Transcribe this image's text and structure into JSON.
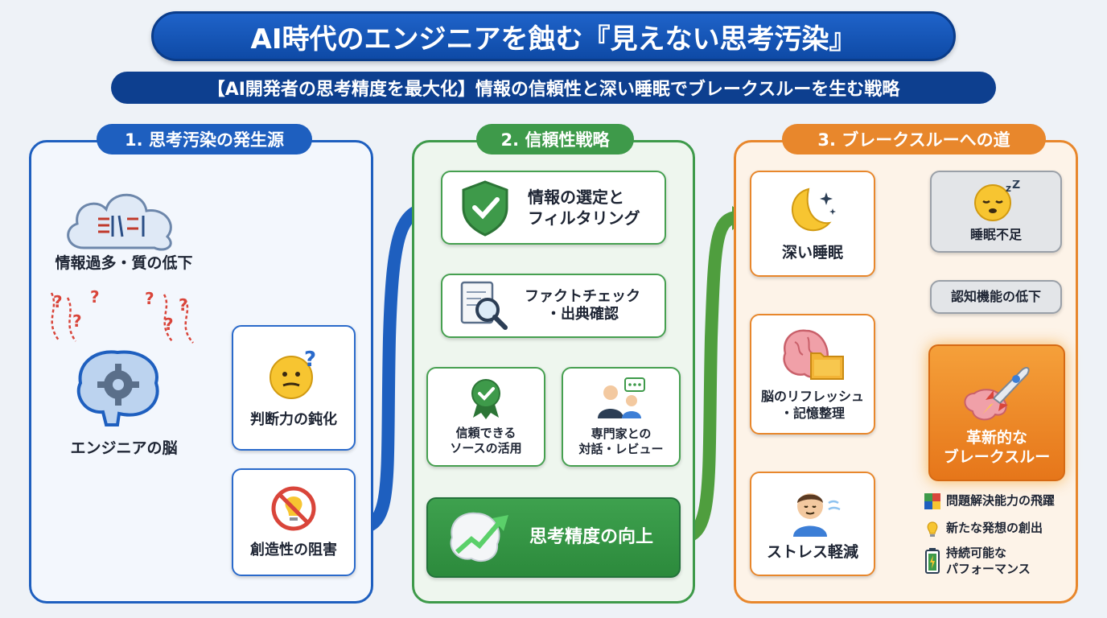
{
  "header": {
    "title": "AI時代のエンジニアを蝕む『見えない思考汚染』",
    "subtitle": "【AI開発者の思考精度を最大化】情報の信頼性と深い睡眠でブレークスルーを生む戦略"
  },
  "section1": {
    "label": "1. 思考汚染の発生源",
    "overload": "情報過多・質の低下",
    "brain": "エンジニアの脳",
    "judgment": "判断力の鈍化",
    "creativity": "創造性の阻害"
  },
  "section2": {
    "label": "2. 信頼性戦略",
    "select_line1": "情報の選定と",
    "select_line2": "フィルタリング",
    "fact_line1": "ファクトチェック",
    "fact_line2": "・出典確認",
    "source_line1": "信頼できる",
    "source_line2": "ソースの活用",
    "expert_line1": "専門家との",
    "expert_line2": "対話・レビュー",
    "precision": "思考精度の向上"
  },
  "section3": {
    "label": "3. ブレークスルーへの道",
    "deep_sleep": "深い睡眠",
    "refresh_line1": "脳のリフレッシュ",
    "refresh_line2": "・記憶整理",
    "stress": "ストレス軽減",
    "sleep_lack": "睡眠不足",
    "cognitive": "認知機能の低下",
    "break_line1": "革新的な",
    "break_line2": "ブレークスルー",
    "benefits": [
      "問題解決能力の飛躍",
      "新たな発想の創出"
    ],
    "benefit3_line1": "持続可能な",
    "benefit3_line2": "パフォーマンス"
  },
  "colors": {
    "blue": "#1e5fbf",
    "green": "#3e9a4a",
    "orange": "#e8872c",
    "navy": "#0d3f8f"
  },
  "icons": [
    "cloud-icon",
    "question-marks-icon",
    "brain-gear-icon",
    "thinking-face-icon",
    "no-idea-icon",
    "shield-check-icon",
    "magnifier-document-icon",
    "award-ribbon-icon",
    "expert-chat-icon",
    "brain-growth-icon",
    "moon-stars-icon",
    "brain-folder-icon",
    "relaxed-person-icon",
    "sleepy-face-icon",
    "rocket-brain-icon",
    "puzzle-icon",
    "lightbulb-icon",
    "battery-icon"
  ]
}
